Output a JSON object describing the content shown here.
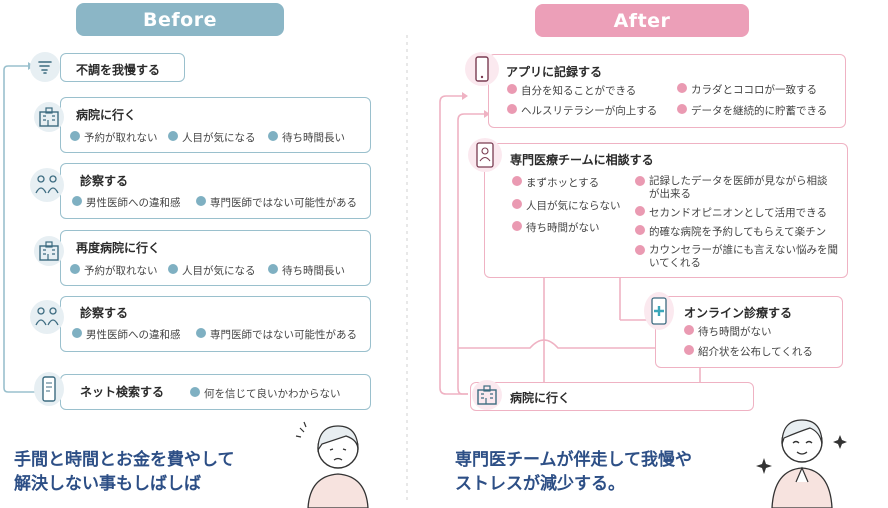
{
  "before": {
    "header": "Before",
    "steps": [
      {
        "title": "不調を我慢する",
        "icon": "storm-icon",
        "items": []
      },
      {
        "title": "病院に行く",
        "icon": "hospital-icon",
        "items": [
          "予約が取れない",
          "人目が気になる",
          "待ち時間長い"
        ]
      },
      {
        "title": "診察する",
        "icon": "consultation-icon",
        "items": [
          "男性医師への違和感",
          "専門医師ではない可能性がある"
        ]
      },
      {
        "title": "再度病院に行く",
        "icon": "hospital-icon",
        "items": [
          "予約が取れない",
          "人目が気になる",
          "待ち時間長い"
        ]
      },
      {
        "title": "診察する",
        "icon": "consultation-icon",
        "items": [
          "男性医師への違和感",
          "専門医師ではない可能性がある"
        ]
      },
      {
        "title": "ネット検索する",
        "icon": "smartphone-icon",
        "items": [
          "何を信じて良いかわからない"
        ]
      }
    ],
    "caption_line1": "手間と時間とお金を費やして",
    "caption_line2": "解決しない事もしばしば"
  },
  "after": {
    "header": "After",
    "app": {
      "title": "アプリに記録する",
      "items": [
        "自分を知ることができる",
        "カラダとココロが一致する",
        "ヘルスリテラシーが向上する",
        "データを継続的に貯蓄できる"
      ]
    },
    "team": {
      "title": "専門医療チームに相談する",
      "left_items": [
        "まずホッとする",
        "人目が気にならない",
        "待ち時間がない"
      ],
      "right_items": [
        "記録したデータを医師が見ながら相談が出来る",
        "セカンドオピニオンとして活用できる",
        "的確な病院を予約してもらえて楽チン",
        "カウンセラーが誰にも言えない悩みを聞いてくれる"
      ]
    },
    "online": {
      "title": "オンライン診療する",
      "items": [
        "待ち時間がない",
        "紹介状を公布してくれる"
      ]
    },
    "hospital": {
      "title": "病院に行く"
    },
    "caption_line1": "専門医チームが伴走して我慢や",
    "caption_line2": "ストレスが減少する。"
  },
  "colors": {
    "before": "#8bb6c6",
    "after": "#ec9fb8",
    "caption": "#2d4f86"
  }
}
